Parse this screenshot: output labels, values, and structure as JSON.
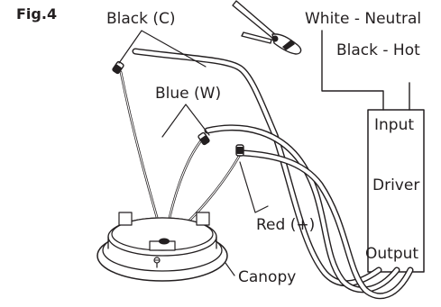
{
  "figure": {
    "title": "Fig.4"
  },
  "labels": {
    "black_c": "Black (C)",
    "white_neutral": "White - Neutral",
    "black_hot": "Black - Hot",
    "blue_w": "Blue (W)",
    "red_plus": "Red (+)",
    "canopy": "Canopy"
  },
  "driver": {
    "input": "Input",
    "name": "Driver",
    "output": "Output"
  }
}
